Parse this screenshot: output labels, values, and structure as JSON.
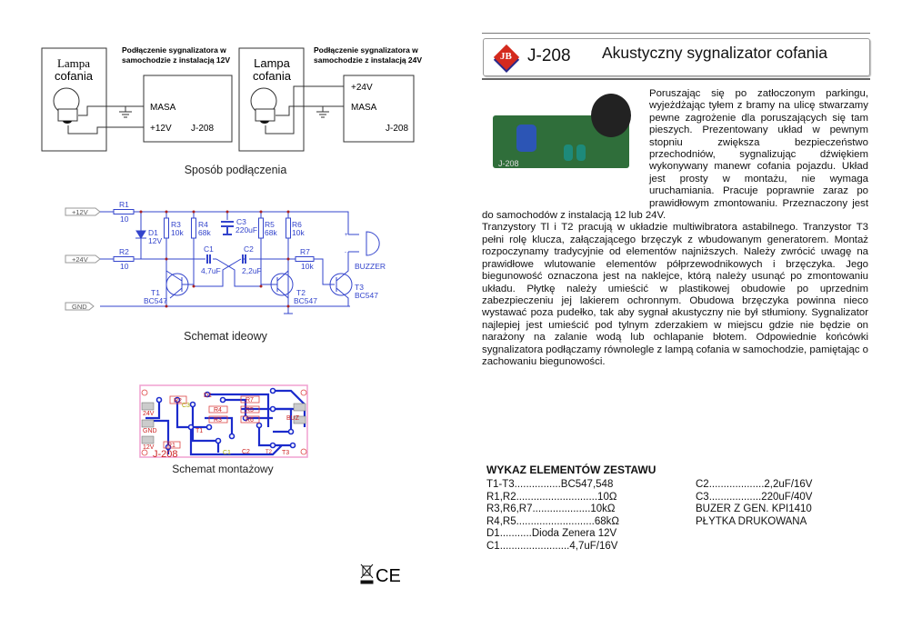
{
  "connection": {
    "caption": "Sposób podłączenia",
    "diagram_12v": {
      "title_line1": "Podłączenie sygnalizatora w",
      "title_line2": "samochodzie z instalacją 12V",
      "lamp_line1": "Lampa",
      "lamp_line2": "cofania",
      "terminal_masa": "MASA",
      "terminal_plus": "+12V",
      "module": "J-208"
    },
    "diagram_24v": {
      "title_line1": "Podłączenie sygnalizatora w",
      "title_line2": "samochodzie z instalacją 24V",
      "lamp_line1": "Lampa",
      "lamp_line2": "cofania",
      "terminal_plus": "+24V",
      "terminal_masa": "MASA",
      "module": "J-208"
    }
  },
  "schematic": {
    "caption": "Schemat ideowy",
    "inputs": [
      "+12V",
      "+24V",
      "GND"
    ],
    "labels": {
      "r1": "R1",
      "r1v": "10",
      "r2": "R2",
      "r2v": "10",
      "d1": "D1",
      "d1v": "12V",
      "r3": "R3",
      "r3v": "10k",
      "r4": "R4",
      "r4v": "68k",
      "c3": "C3",
      "c3v": "220uF",
      "r5": "R5",
      "r5v": "68k",
      "r6": "R6",
      "r6v": "10k",
      "c1": "C1",
      "c1v": "4,7uF",
      "c2": "C2",
      "c2v": "2,2uF",
      "r7": "R7",
      "r7v": "10k",
      "t1": "T1",
      "t1v": "BC547",
      "t2": "T2",
      "t2v": "BC547",
      "t3": "T3",
      "t3v": "BC547",
      "buzzer": "BUZZER",
      "plus": "+",
      "minus": "-"
    }
  },
  "pcb": {
    "caption": "Schemat montażowy",
    "labels": {
      "v24": "24V",
      "gnd": "GND",
      "v12": "12V",
      "name": "J-208",
      "r2": "R2",
      "r1": "R1",
      "r7": "R7",
      "r5": "R5",
      "r6": "R6",
      "r3": "R3",
      "r4": "R4",
      "d1": "D1",
      "t1": "T1",
      "t2": "T2",
      "t3": "T3",
      "c1": "C1",
      "c2": "C2",
      "c3": "C3",
      "buz": "BUZ"
    }
  },
  "header": {
    "logo": "JB",
    "code": "J-208",
    "title": "Akustyczny sygnalizator cofania"
  },
  "photo": {
    "board_label": "J-208"
  },
  "description": {
    "text": "Poruszając się po zatłoczonym parkingu, wyjeżdżając tyłem z bramy na ulicę stwarzamy pewne zagrożenie dla poruszających się tam pieszych. Prezentowany układ w pewnym stopniu zwiększa bezpieczeństwo przechodniów, sygnalizując dźwiękiem wykonywany manewr cofania pojazdu. Układ jest prosty w montażu, nie wymaga uruchamiania. Pracuje poprawnie zaraz po prawidłowym zmontowaniu. Przeznaczony jest do samochodów z instalacją 12 lub 24V.",
    "text2": "Tranzystory Tl i T2 pracują w układzie multiwibratora astabilnego. Tranzystor T3 pełni rolę klucza, załączającego brzęczyk z wbudowanym generatorem. Montaż rozpoczynamy tradycyjnie od elementów najniższych. Należy zwrócić uwagę na prawidłowe wlutowanie elementów półprzewodnikowych i brzęczyka. Jego biegunowość oznaczona jest na naklejce, którą należy usunąć po zmontowaniu układu. Płytkę należy umieścić w plastikowej obudowie po uprzednim zabezpieczeniu jej lakierem ochronnym. Obudowa brzęczyka powinna nieco wystawać poza pudełko, tak aby sygnał akustyczny nie był stłumiony. Sygnalizator najlepiej jest umieścić pod tylnym zderzakiem w miejscu gdzie nie będzie on narażony na zalanie wodą lub ochlapanie błotem. Odpowiednie końcówki sygnalizatora podłączamy równolegle z lampą cofania w samochodzie, pamiętając o zachowaniu biegunowości."
  },
  "parts": {
    "title": "WYKAZ ELEMENTÓW ZESTAWU",
    "col1": [
      "T1-T3................BC547,548",
      "R1,R2............................10Ω",
      "R3,R6,R7....................10kΩ",
      "R4,R5...........................68kΩ",
      "D1...........Dioda Zenera 12V",
      "C1........................4,7uF/16V"
    ],
    "col2": [
      "C2...................2,2uF/16V",
      "C3..................220uF/40V",
      "BUZER Z GEN. KPI1410",
      "PŁYTKA DRUKOWANA"
    ]
  },
  "marks": {
    "ce": "CE"
  },
  "colors": {
    "schematic_blue": "#3344cc",
    "node_red": "#aa2222",
    "pcb_pink": "#f0a0d0",
    "pcb_label": "#dddd00",
    "logo_red": "#d42a1e",
    "logo_blue": "#2a2a8a"
  }
}
